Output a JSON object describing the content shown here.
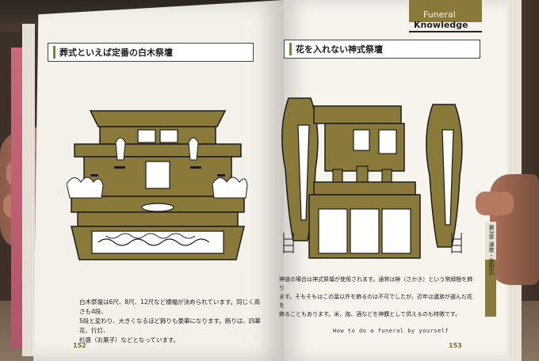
{
  "header_tag": {
    "line1": "Funeral",
    "line2": "Knowledge"
  },
  "left_page": {
    "title": "葬式といえば定番の白木祭壇",
    "caption_lines": [
      "白木祭壇は6尺、8尺、12尺など横幅が決められています。同じく高さも4段、",
      "5段と変わり、大きくなるほど飾りも豪華になります。飾りは、四華花、行灯、",
      "杉盛（お菓子）などとなっています。"
    ],
    "page_number": "152"
  },
  "right_page": {
    "title": "花を入れない神式祭壇",
    "caption_lines": [
      "神道の場合は神式祭壇が使用されます。通常は榊（さかき）という常緑樹を飾り",
      "ます。そもそもはこの葉以外を飾るのは不可でしたが、近年は遺族が選んだ花を",
      "飾ることもあります。米、塩、酒などを神饌として供えるのも特徴です。"
    ],
    "running_footer": "How to do a funeral by yourself",
    "page_number": "153",
    "side_tab_text": "第3章 通夜・告別式"
  },
  "colors": {
    "accent": "#8a7a3a",
    "ink": "#1c1c1c",
    "paper": "#f5f2eb"
  }
}
